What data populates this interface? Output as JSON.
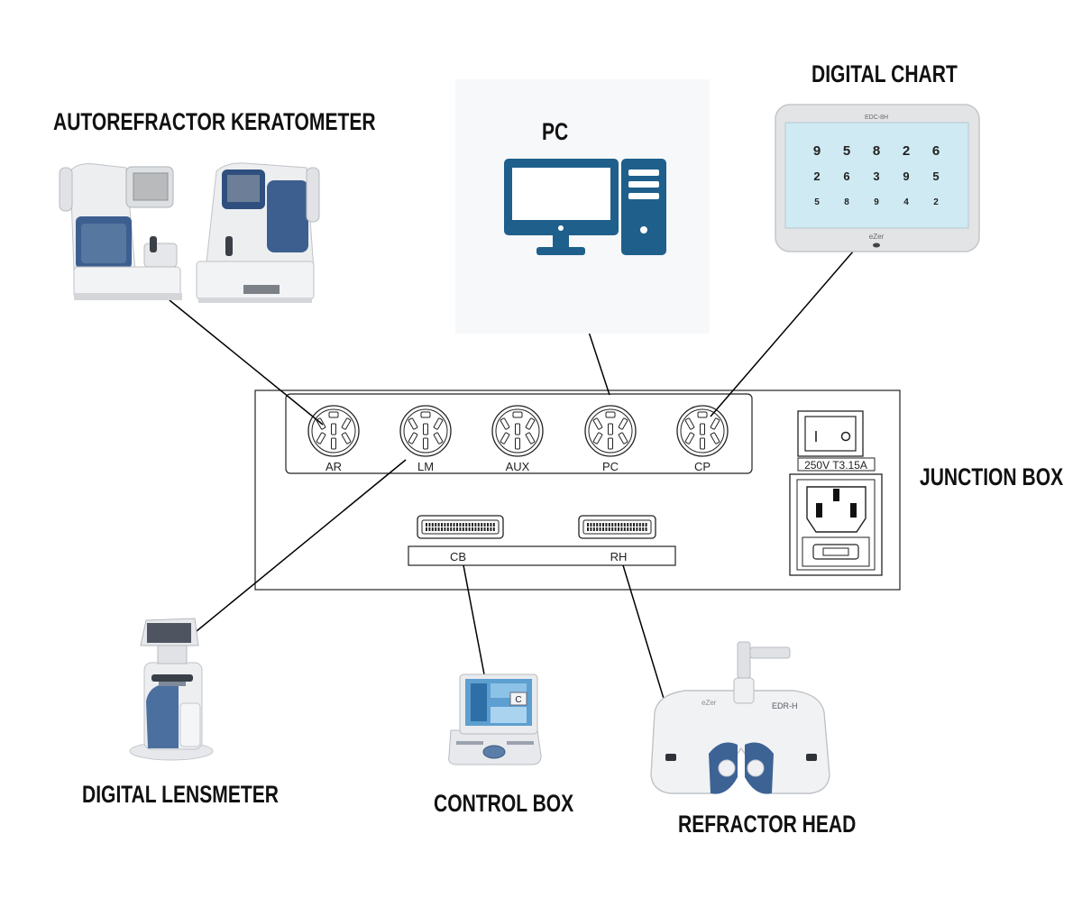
{
  "labels": {
    "autorefractor": "AUTOREFRACTOR KERATOMETER",
    "pc": "PC",
    "digital_chart": "DIGITAL CHART",
    "junction_box": "JUNCTION BOX",
    "digital_lensmeter": "DIGITAL LENSMETER",
    "control_box": "CONTROL BOX",
    "refractor_head": "REFRACTOR HEAD"
  },
  "ports": [
    "AR",
    "LM",
    "AUX",
    "PC",
    "CP"
  ],
  "connectors": [
    "CB",
    "RH"
  ],
  "fuse_rating": "250V T3.15A",
  "chart_model": "EDC-8H",
  "chart_rows": [
    [
      "9",
      "5",
      "8",
      "2",
      "6"
    ],
    [
      "2",
      "6",
      "3",
      "9",
      "5"
    ],
    [
      "5",
      "8",
      "9",
      "4",
      "2"
    ]
  ],
  "brand": "eZer",
  "refractor_model": "EDR-H",
  "control_box_letter": "C",
  "colors": {
    "pc_blue": "#1f5f8b",
    "device_blue": "#3c5f8f",
    "chart_screen": "#cfeaf3",
    "line": "#000000"
  }
}
